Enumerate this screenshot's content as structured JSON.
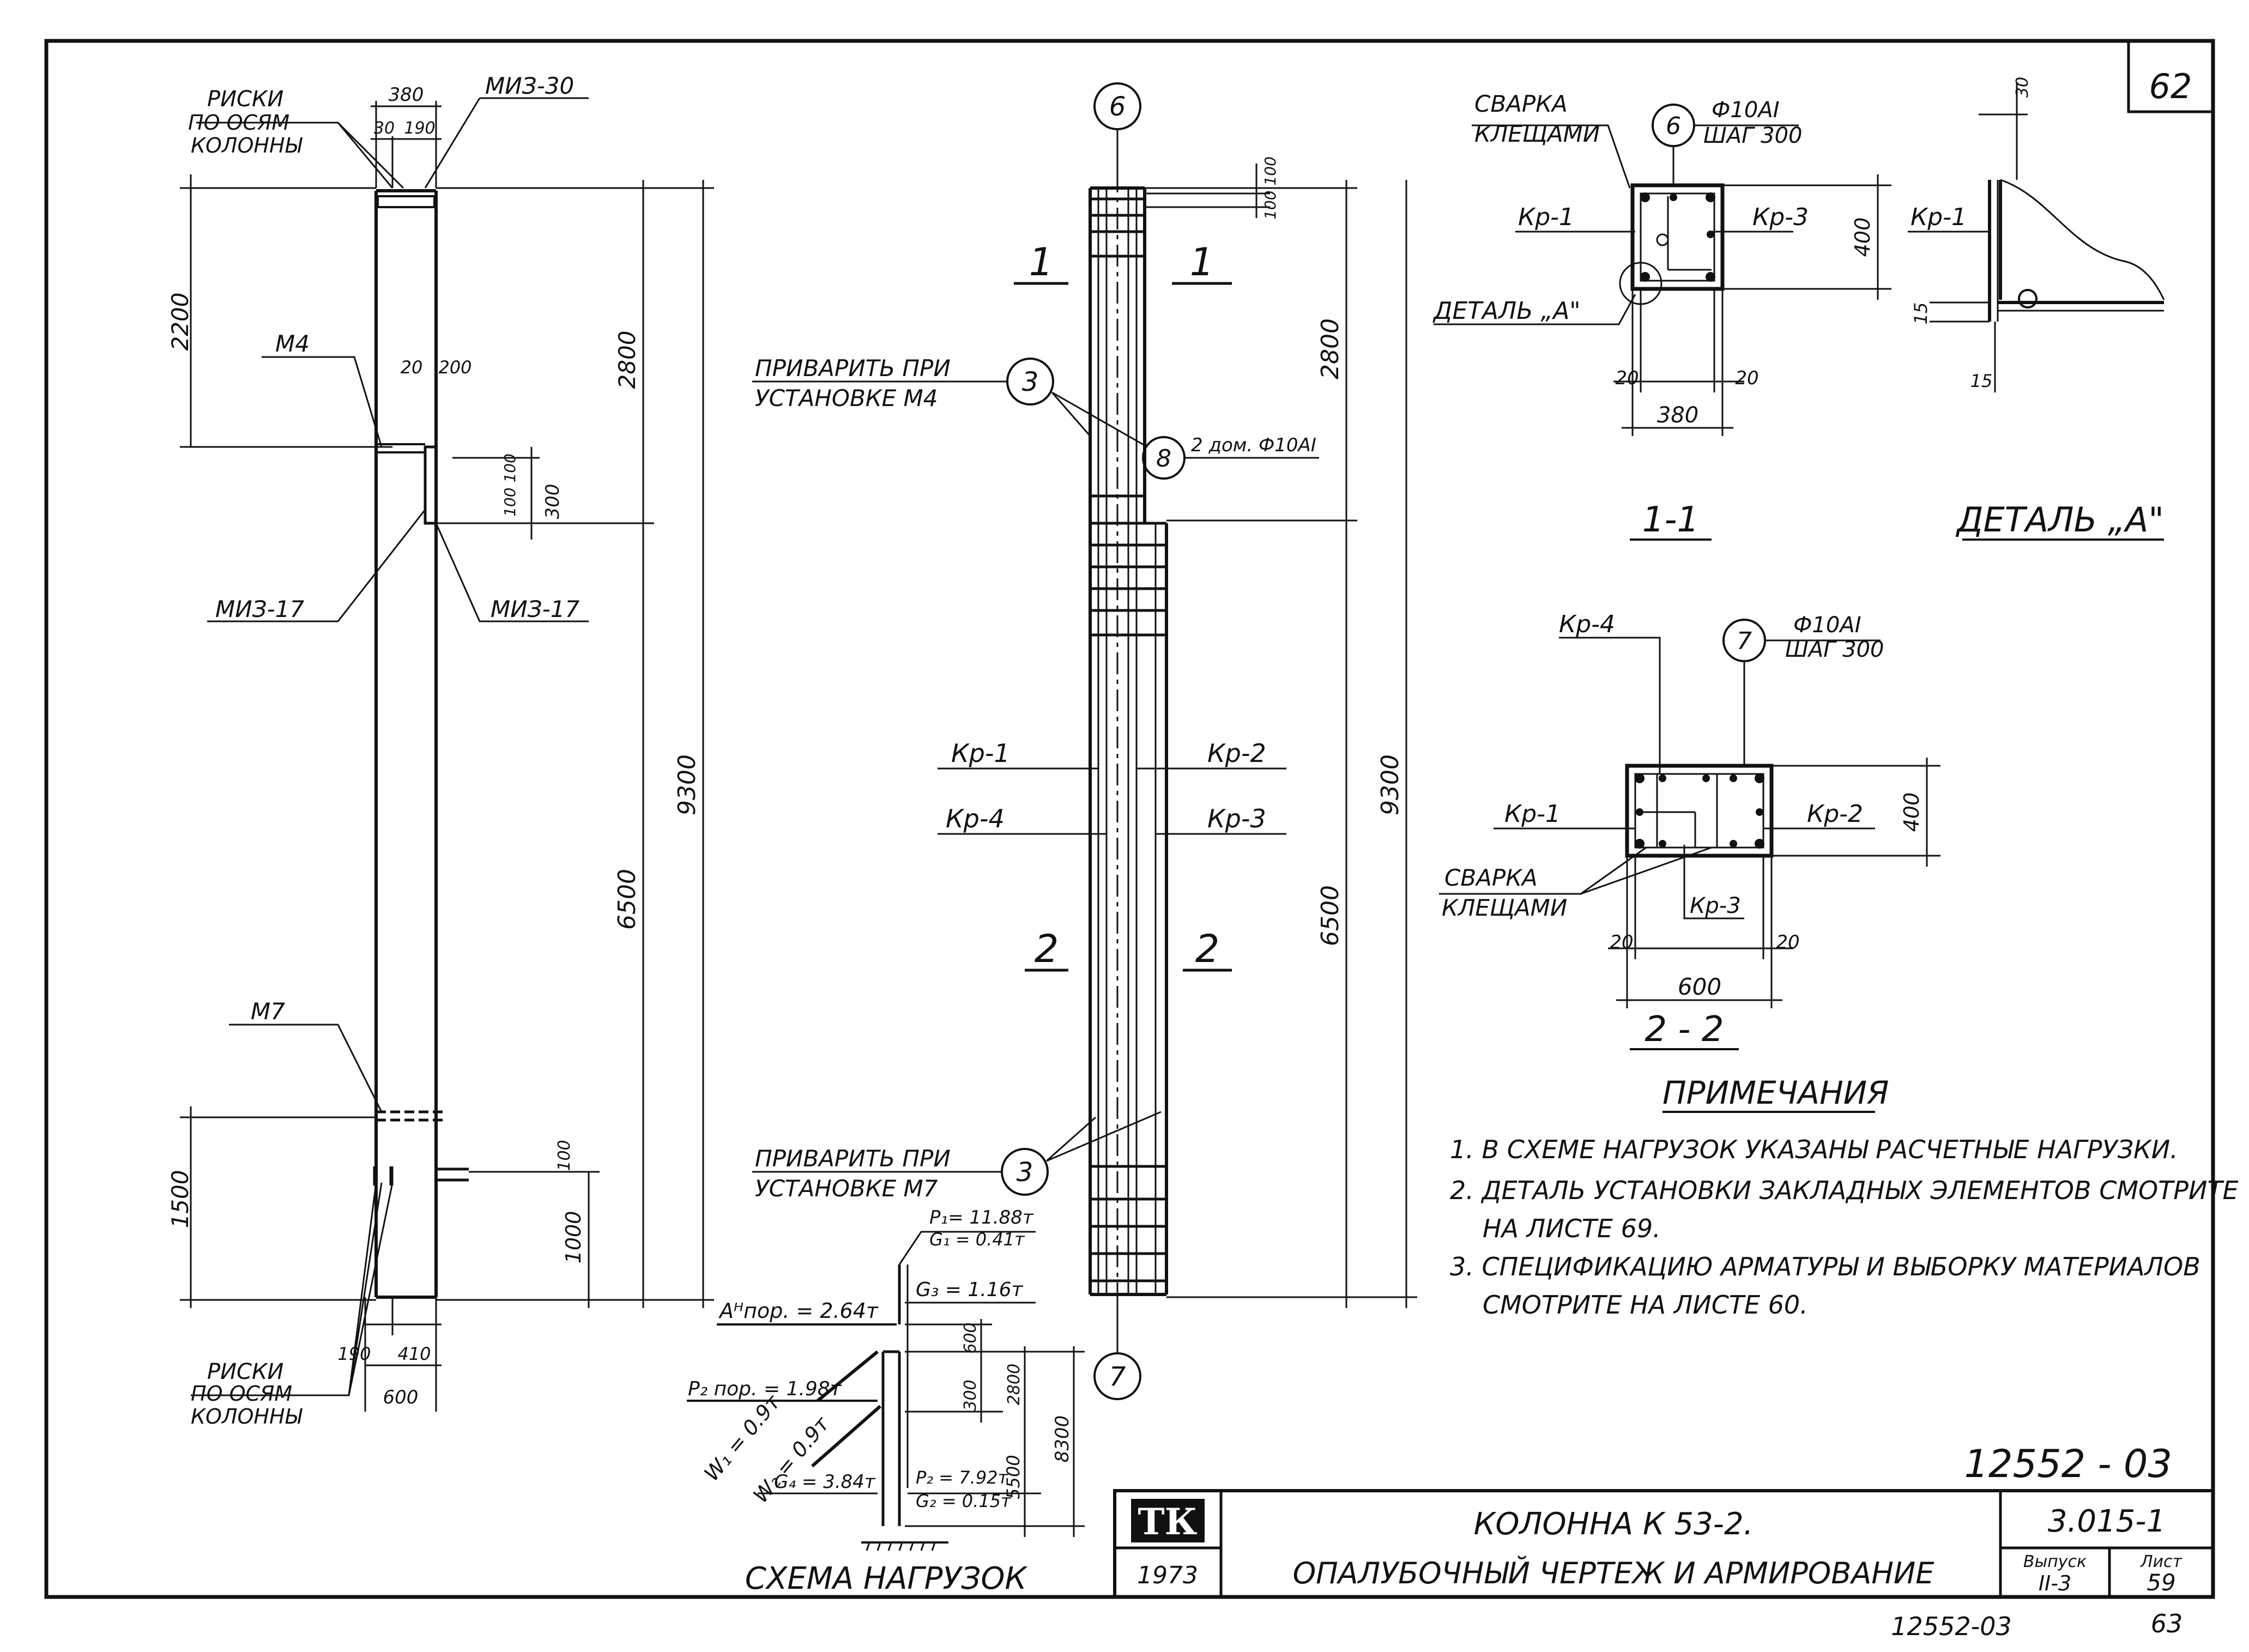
{
  "sheet": {
    "corner_number": "62",
    "footer_code": "12552-03",
    "footer_page": "63",
    "code_above_title": "12552 - 03"
  },
  "left_view": {
    "riski_top": [
      "РИСКИ",
      "ПО ОСЯМ",
      "КОЛОННЫ"
    ],
    "riski_bottom": [
      "РИСКИ",
      "ПО ОСЯМ",
      "КОЛОННЫ"
    ],
    "dims": {
      "top_width": "380",
      "top_30": "30",
      "top_190": "190",
      "d_2200": "2200",
      "d_2800": "2800",
      "d_20": "20",
      "d_200": "200",
      "d_100_100": "100 100",
      "d_300": "300",
      "d_6500": "6500",
      "d_9300": "9300",
      "d_1500": "1500",
      "d_100": "100",
      "d_1000": "1000",
      "d_190": "190",
      "d_410": "410",
      "d_600": "600"
    },
    "labels": {
      "miz30": "МИЗ-30",
      "m4": "М4",
      "miz17_left": "МИЗ-17",
      "miz17_right": "МИЗ-17",
      "m7": "М7"
    }
  },
  "middle_view": {
    "node6": "6",
    "node7": "7",
    "node3_top": "3",
    "node3_bottom": "3",
    "node8": "8",
    "sec1_left": "1",
    "sec1_right": "1",
    "sec2_left": "2",
    "sec2_right": "2",
    "weld_top": [
      "ПРИВАРИТЬ ПРИ",
      "УСТАНОВКЕ М4"
    ],
    "weld_bottom": [
      "ПРИВАРИТЬ ПРИ",
      "УСТАНОВКЕ М7"
    ],
    "bars_8": "2 дом. Ф10АI",
    "kr1": "Кр-1",
    "kr2": "Кр-2",
    "kr4": "Кр-4",
    "kr3": "Кр-3",
    "dims": {
      "d_100_100": "100 100",
      "d_2800": "2800",
      "d_6500": "6500",
      "d_9300": "9300"
    }
  },
  "section_1_1": {
    "title": "1-1",
    "node": "6",
    "weld": [
      "СВАРКА",
      "КЛЕЩАМИ"
    ],
    "rebar": [
      "Ф10АI",
      "ШАГ 300"
    ],
    "kr1": "Кр-1",
    "kr3": "Кр-3",
    "detail_ref": "ДЕТАЛЬ „А\"",
    "d_400": "400",
    "d_20a": "20",
    "d_20b": "20",
    "d_380": "380"
  },
  "detail_a": {
    "title": "ДЕТАЛЬ „А\"",
    "kr1": "Кр-1",
    "d_30": "30",
    "d_15a": "15",
    "d_15b": "15"
  },
  "section_2_2": {
    "title": "2 - 2",
    "node": "7",
    "kr4": "Кр-4",
    "rebar": [
      "Ф10АI",
      "ШАГ 300"
    ],
    "kr1": "Кр-1",
    "kr2": "Кр-2",
    "kr3": "Кр-3",
    "weld": [
      "СВАРКА",
      "КЛЕЩАМИ"
    ],
    "d_400": "400",
    "d_20a": "20",
    "d_20b": "20",
    "d_600": "600"
  },
  "load_scheme": {
    "title": "СХЕМА НАГРУЗОК",
    "p1": "P₁= 11.88т",
    "g1": "G₁ = 0.41т",
    "apop": "Aᴴпор. = 2.64т",
    "g3": "G₃ = 1.16т",
    "p2pop": "P₂ пор. = 1.98т",
    "w1": "W₁ = 0.9т",
    "w2": "W₂ = 0.9т",
    "g4": "G₄ = 3.84т",
    "p2": "P₂ = 7.92т",
    "g2": "G₂ = 0.15т",
    "d_600": "600",
    "d_300": "300",
    "d_2800": "2800",
    "d_5500": "5500",
    "d_8300": "8300"
  },
  "notes": {
    "title": "ПРИМЕЧАНИЯ",
    "lines": [
      "1. В СХЕМЕ НАГРУЗОК УКАЗАНЫ РАСЧЕТНЫЕ НАГРУЗКИ.",
      "2. ДЕТАЛЬ УСТАНОВКИ ЗАКЛАДНЫХ ЭЛЕМЕНТОВ СМОТРИТЕ",
      "НА ЛИСТЕ 69.",
      "3. СПЕЦИФИКАЦИЮ АРМАТУРЫ И ВЫБОРКУ МАТЕРИАЛОВ",
      "СМОТРИТЕ НА ЛИСТЕ 60."
    ]
  },
  "title_block": {
    "logo": "ТК",
    "year": "1973",
    "title_line1": "КОЛОННА К 53-2.",
    "title_line2": "ОПАЛУБОЧНЫЙ ЧЕРТЕЖ И АРМИРОВАНИЕ",
    "series": "3.015-1",
    "issue_label": "Выпуск",
    "issue": "II-3",
    "sheet_label": "Лист",
    "sheet": "59"
  }
}
